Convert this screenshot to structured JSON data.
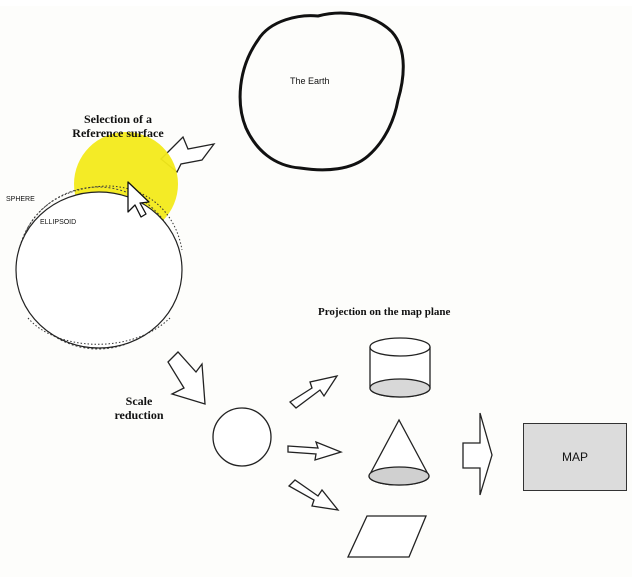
{
  "labels": {
    "earth": "The Earth",
    "selection": "Selection of a\nReference surface",
    "sphere": "SPHERE",
    "ellipsoid": "ELLIPSOID",
    "scale": "Scale\nreduction",
    "projection": "Projection on the map plane",
    "map": "MAP"
  },
  "colors": {
    "highlight": "#f3ea1a",
    "map_fill": "#dcdcdc",
    "cone_shade": "#d0d0d0",
    "stroke": "#111111"
  },
  "icons": [
    "cursor-arrow-icon"
  ]
}
